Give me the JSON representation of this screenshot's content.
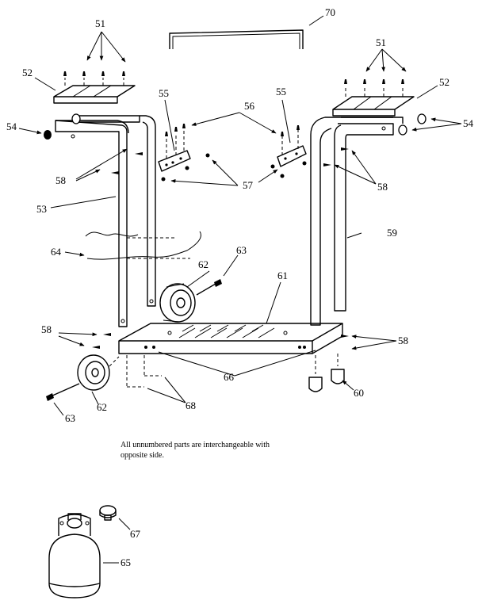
{
  "note": {
    "line1": "All unnumbered parts are interchangeable with",
    "line2": "opposite side."
  },
  "labels": {
    "p70": "70",
    "p51_left": "51",
    "p51_right": "51",
    "p52_left": "52",
    "p52_right": "52",
    "p55_left": "55",
    "p55_right": "55",
    "p56": "56",
    "p54_left": "54",
    "p54_right": "54",
    "p58_a": "58",
    "p58_b": "58",
    "p58_c": "58",
    "p58_d": "58",
    "p57": "57",
    "p53": "53",
    "p59": "59",
    "p64": "64",
    "p63_top": "63",
    "p63_bottom": "63",
    "p62_top": "62",
    "p62_bottom": "62",
    "p61": "61",
    "p66": "66",
    "p68": "68",
    "p60": "60",
    "p67": "67",
    "p65": "65"
  }
}
